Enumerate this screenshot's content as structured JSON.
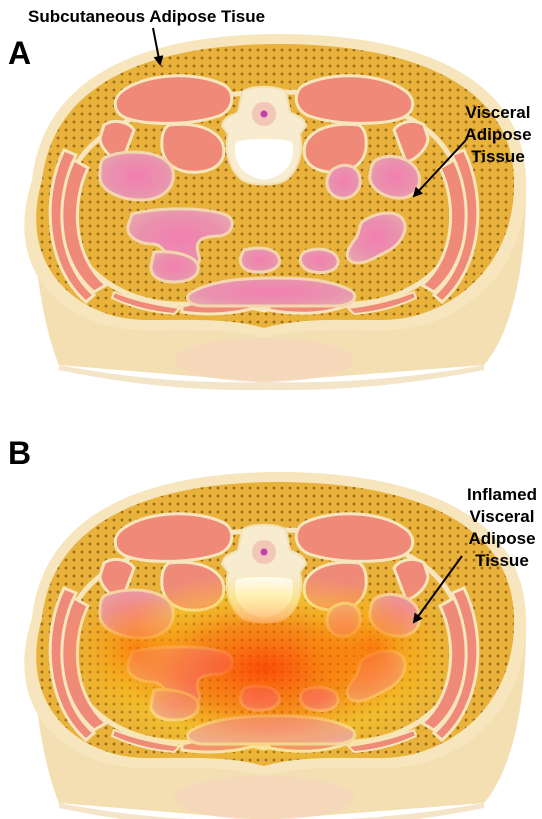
{
  "panels": [
    {
      "letter": "A",
      "top_label": "Subcutaneous Adipose Tisue",
      "side_label_lines": [
        "Visceral",
        "Adipose",
        "Tissue"
      ],
      "inflamed": false
    },
    {
      "letter": "B",
      "top_label": "",
      "side_label_lines": [
        "Inflamed",
        "Visceral",
        "Adipose",
        "Tissue"
      ],
      "inflamed": true
    }
  ],
  "colors": {
    "skin": "#f3dfb2",
    "skin_shadow": "#e9cf9c",
    "fat": "#e9b23a",
    "fat_dot": "#9a6a1c",
    "muscle": "#ef8a79",
    "muscle_stroke": "#f7e7c2",
    "organ": "#ea7aa5",
    "organ_rim": "#f1b3c0",
    "bone": "#f7ecd0",
    "inflammation": "#ff4a00"
  }
}
